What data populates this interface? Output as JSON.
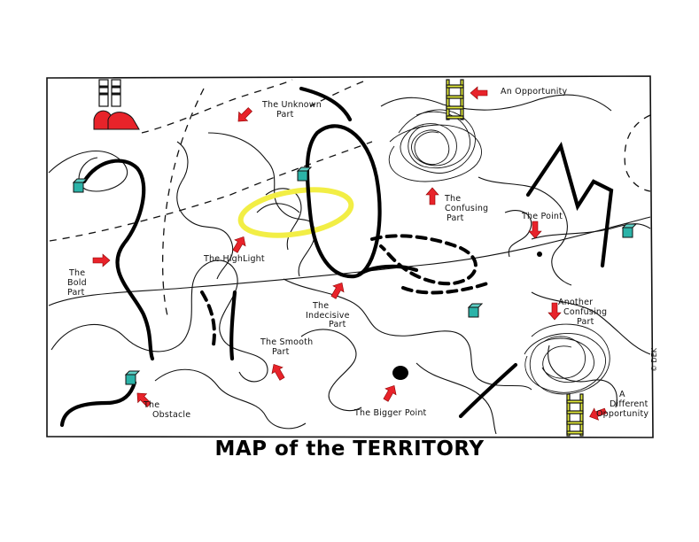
{
  "title": "MAP of the TERRITORY",
  "signature": "© DEK",
  "colors": {
    "arrow": "#e8232a",
    "highlight": "#f2ee45",
    "ladder": "#e6ee3a",
    "cube": "#2bb3a8",
    "shoes": "#e8232a"
  },
  "labels": {
    "opportunity": "An Opportunity",
    "unknown_1": "The Unknown",
    "unknown_2": "Part",
    "confusing_1": "The",
    "confusing_2": "Confusing",
    "confusing_3": "Part",
    "point": "The Point",
    "highlight": "The HighLight",
    "bold_1": "The",
    "bold_2": "Bold",
    "bold_3": "Part",
    "indecisive_1": "The",
    "indecisive_2": "Indecisive",
    "indecisive_3": "Part",
    "another_1": "Another",
    "another_2": "Confusing",
    "another_3": "Part",
    "smooth_1": "The Smooth",
    "smooth_2": "Part",
    "obstacle_1": "The",
    "obstacle_2": "Obstacle",
    "bigger_point": "The Bigger Point",
    "different_1": "A",
    "different_2": "Different",
    "different_3": "Opportunity"
  }
}
